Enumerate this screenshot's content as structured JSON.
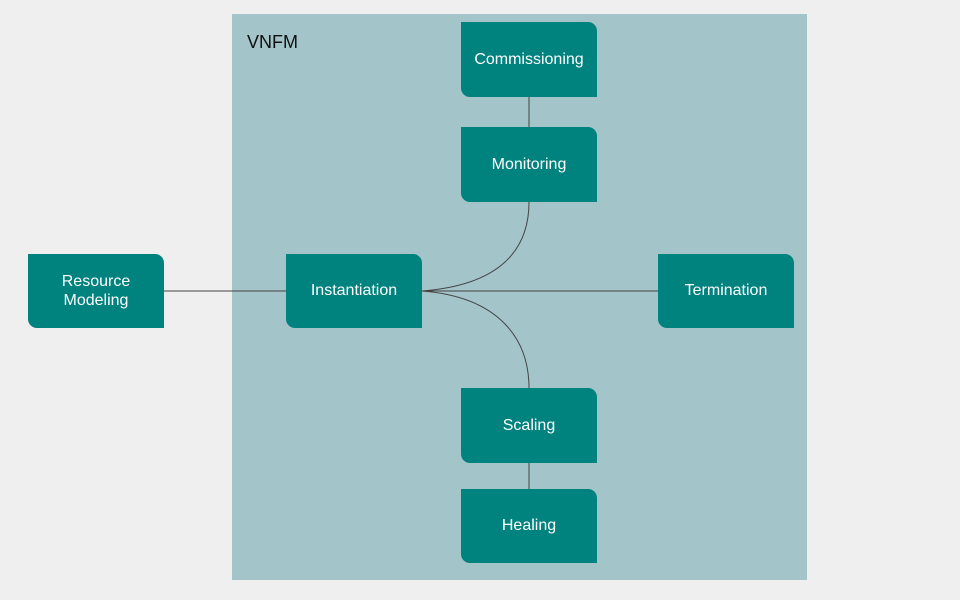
{
  "container": {
    "title": "VNFM"
  },
  "nodes": {
    "resource_modeling": "Resource\nModeling",
    "instantiation": "Instantiation",
    "commissioning": "Commissioning",
    "monitoring": "Monitoring",
    "termination": "Termination",
    "scaling": "Scaling",
    "healing": "Healing"
  },
  "colors": {
    "node_fill": "#00827f",
    "container_fill": "#a3c4c9",
    "background": "#efefef",
    "connector": "#444444"
  }
}
